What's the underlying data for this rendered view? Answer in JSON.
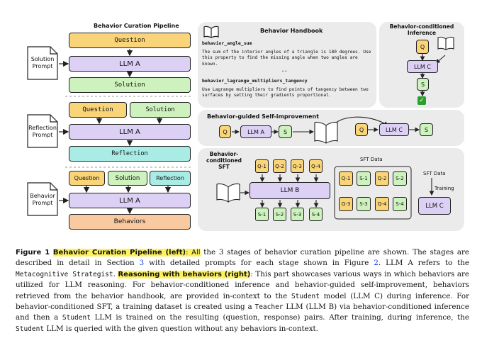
{
  "left": {
    "title": "Behavior Curation Pipeline",
    "solution_prompt": "Solution Prompt",
    "reflection_prompt": "Reflection Prompt",
    "behavior_prompt": "Behavior Prompt",
    "question": "Question",
    "llm_a": "LLM A",
    "solution": "Solution",
    "reflection": "Reflection",
    "behaviors": "Behaviors"
  },
  "handbook": {
    "title": "Behavior Handbook",
    "entry1_name": "behavior_angle_sum",
    "entry1_text": "The sum of the interior angles of a triangle is 180 degrees. Use this property to find the missing angle when two angles are known.",
    "ellipsis": "..",
    "entry2_name": "behavior_lagrange_multipliers_tangency",
    "entry2_text": "Use Lagrange multipliers to find points of tangency between two surfaces by setting their gradients proportional."
  },
  "inference": {
    "title": "Behavior-conditioned Inference",
    "q": "Q",
    "llm_c": "LLM C",
    "s": "S"
  },
  "self_improvement": {
    "title": "Behavior-guided Self-improvement",
    "q": "Q",
    "llm_a": "LLM A",
    "s": "S",
    "llm_c": "LLM C"
  },
  "sft": {
    "title": "Behavior-conditioned SFT",
    "questions": [
      "Q-1",
      "Q-2",
      "Q-3",
      "Q-4"
    ],
    "llm_b": "LLM B",
    "solutions": [
      "S-1",
      "S-2",
      "S-3",
      "S-4"
    ],
    "sft_data_label": "SFT Data",
    "grid": [
      [
        "Q-1",
        "S-1",
        "Q-2",
        "S-2"
      ],
      [
        "Q-3",
        "S-3",
        "Q-4",
        "S-4"
      ]
    ],
    "sft_data_label2": "SFT Data",
    "training": "Training",
    "llm_c": "LLM C"
  },
  "caption": {
    "fig": "Figure 1",
    "h1": "Behavior Curation Pipeline (left)",
    "all": ": All",
    "t1": " the 3 stages of behavior curation pipeline are shown. The stages are described in detail in Section ",
    "ref3": "3",
    "t2": " with detailed prompts for each stage shown in Figure ",
    "ref2": "2",
    "t3": ". LLM A refers to the ",
    "metacog": "Metacognitive Strategist",
    "t4": ". ",
    "h2": "Reasoning with behaviors (right)",
    "t5": ": This part showcases various ways in which behaviors are utilized for LLM reasoning. For behavior-conditioned inference and behavior-guided self-improvement, behaviors retrieved from the behavior handbook, are provided in-context to the ",
    "student1": "Student",
    "t6": " model (LLM C) during inference. For behavior-conditioned SFT, a training dataset is created using a ",
    "teacher": "Teacher",
    "t7": " LLM (LLM B) via behavior-conditioned inference and then a ",
    "student2": "Student",
    "t8": " LLM is trained on the resulting (question, response) pairs. After training, during inference, the ",
    "student3": "Student",
    "t9": " LLM is queried with the given question without any behaviors in-context."
  }
}
